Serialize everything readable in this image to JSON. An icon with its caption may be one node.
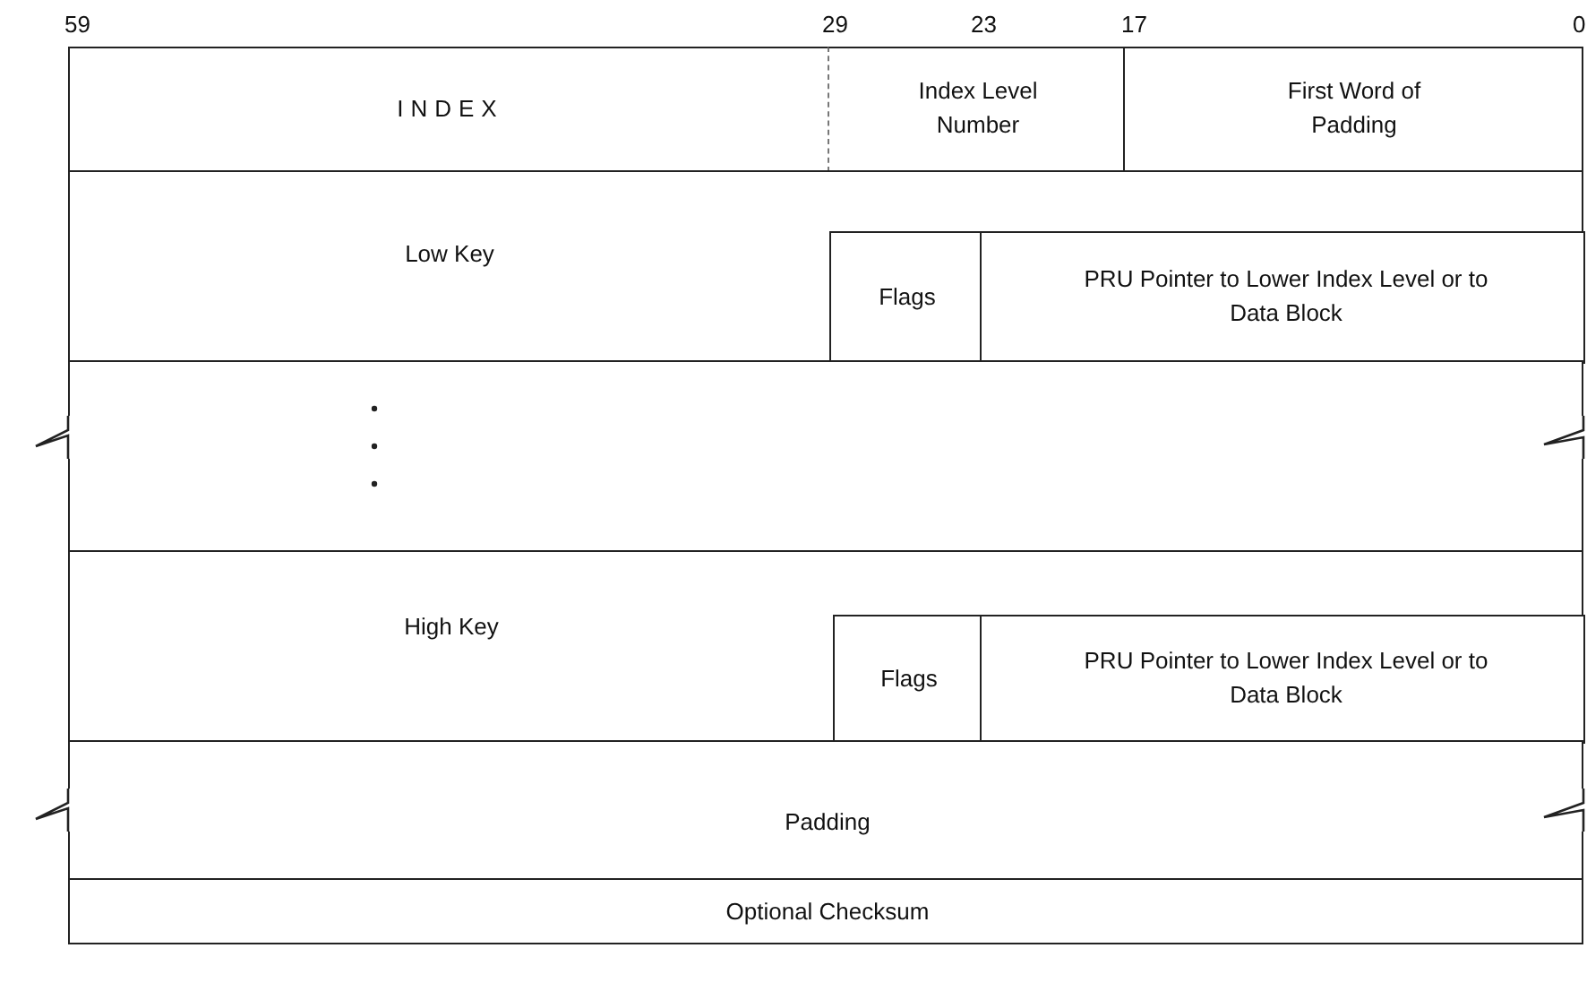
{
  "diagram": {
    "nodes": [
      {
        "text": [
          "INDEX"
        ]
      },
      {
        "text": [
          "Index Level Number"
        ]
      },
      {
        "text": [
          "First Word of Padding"
        ]
      },
      {
        "text": [
          "Low Key"
        ]
      },
      {
        "text": [
          "Flags"
        ],
        "in": 3
      },
      {
        "text": [
          "PRU Pointer to Lower Index Level or to Data Block"
        ],
        "in": 3
      },
      {
        "text": [],
        "shape": "box"
      },
      {
        "text": [
          "High Key"
        ]
      },
      {
        "text": [
          "Flags"
        ],
        "in": 7
      },
      {
        "text": [
          "PRU Pointer to Lower Index Level or to Data Block"
        ],
        "in": 7
      },
      {
        "text": [
          "Padding"
        ]
      },
      {
        "text": [
          "Optional Checksum"
        ]
      }
    ],
    "labels": [
      "59",
      "29",
      "23",
      "17",
      "0"
    ]
  }
}
